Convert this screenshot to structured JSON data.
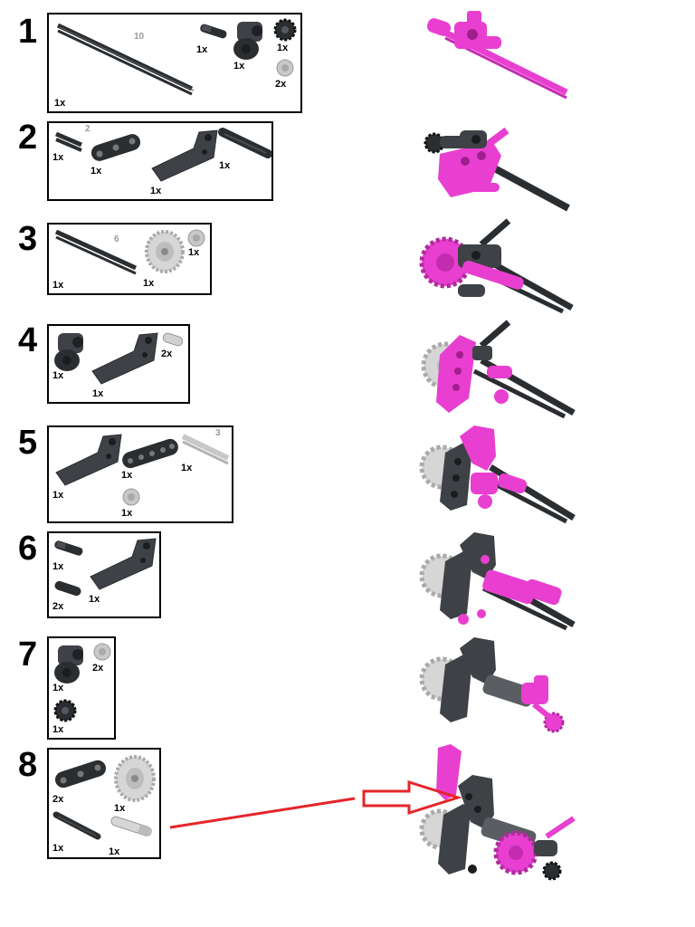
{
  "colors": {
    "highlight": "#e83fd0",
    "dark_gray": "#3e4246",
    "black_part": "#2b2e31",
    "light_gray": "#c8c8c8",
    "arrow": "#e4252a"
  },
  "steps": [
    {
      "number": "1",
      "parts": [
        {
          "name": "axle-10",
          "qty": "1x",
          "length": "10"
        },
        {
          "name": "axle-pin-black",
          "qty": "1x"
        },
        {
          "name": "double-cross-block",
          "qty": "1x"
        },
        {
          "name": "gear-8-tooth",
          "qty": "1x"
        },
        {
          "name": "bush-light-gray",
          "qty": "2x"
        }
      ]
    },
    {
      "number": "2",
      "parts": [
        {
          "name": "axle-2",
          "qty": "1x",
          "length": "2"
        },
        {
          "name": "beam-3",
          "qty": "1x"
        },
        {
          "name": "bent-beam-3x5",
          "qty": "1x"
        },
        {
          "name": "axle-pin-long",
          "qty": "1x"
        }
      ]
    },
    {
      "number": "3",
      "parts": [
        {
          "name": "axle-6",
          "qty": "1x",
          "length": "6"
        },
        {
          "name": "gear-24-tooth",
          "qty": "1x"
        },
        {
          "name": "bush-light-gray",
          "qty": "1x"
        }
      ]
    },
    {
      "number": "4",
      "parts": [
        {
          "name": "double-cross-block",
          "qty": "1x"
        },
        {
          "name": "bent-beam-3x5",
          "qty": "1x"
        },
        {
          "name": "pin-light-gray",
          "qty": "2x"
        }
      ]
    },
    {
      "number": "5",
      "parts": [
        {
          "name": "bent-beam-3x5",
          "qty": "1x"
        },
        {
          "name": "beam-5",
          "qty": "1x"
        },
        {
          "name": "axle-3-light-gray",
          "qty": "1x",
          "length": "3"
        },
        {
          "name": "bush-light-gray",
          "qty": "1x"
        }
      ]
    },
    {
      "number": "6",
      "parts": [
        {
          "name": "axle-pin-black",
          "qty": "1x"
        },
        {
          "name": "pin-black",
          "qty": "2x"
        },
        {
          "name": "bent-beam-3x5",
          "qty": "1x"
        }
      ]
    },
    {
      "number": "7",
      "parts": [
        {
          "name": "double-cross-block",
          "qty": "1x"
        },
        {
          "name": "bush-light-gray",
          "qty": "2x"
        },
        {
          "name": "gear-8-tooth",
          "qty": "1x"
        }
      ]
    },
    {
      "number": "8",
      "parts": [
        {
          "name": "beam-3",
          "qty": "2x"
        },
        {
          "name": "gear-24-tooth",
          "qty": "1x"
        },
        {
          "name": "axle-4-black",
          "qty": "1x"
        },
        {
          "name": "axle-pin-light-gray",
          "qty": "1x"
        }
      ]
    }
  ]
}
